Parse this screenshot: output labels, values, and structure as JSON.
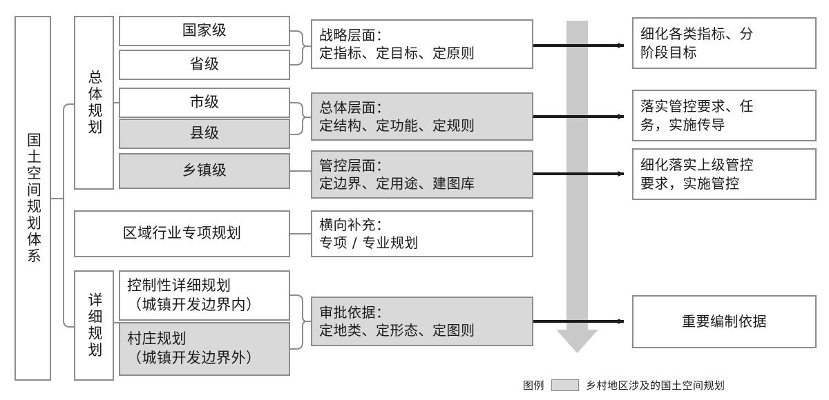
{
  "diagram": {
    "title_root": "国土空间规划体系",
    "categories": [
      {
        "id": "overall",
        "label": "总体规划"
      },
      {
        "id": "detailed",
        "label": "详细规划"
      }
    ],
    "levels": [
      {
        "id": "national",
        "label": "国家级",
        "rural": false
      },
      {
        "id": "provincial",
        "label": "省级",
        "rural": false
      },
      {
        "id": "municipal",
        "label": "市级",
        "rural": false
      },
      {
        "id": "county",
        "label": "县级",
        "rural": true
      },
      {
        "id": "township",
        "label": "乡镇级",
        "rural": true
      }
    ],
    "special_plan": {
      "id": "regional-sector",
      "label": "区域行业专项规划",
      "rural": false
    },
    "detailed_plans": [
      {
        "id": "regulatory-detailed",
        "line1": "控制性详细规划",
        "line2": "（城镇开发边界内）",
        "rural": false
      },
      {
        "id": "village",
        "line1": "村庄规划",
        "line2": "（城镇开发边界外）",
        "rural": true
      }
    ],
    "phases": [
      {
        "id": "strategic",
        "line1": "战略层面：",
        "line2": "定指标、定目标、定原则",
        "rural": false
      },
      {
        "id": "overall-level",
        "line1": "总体层面：",
        "line2": "定结构、定功能、定规则",
        "rural": true
      },
      {
        "id": "control-level",
        "line1": "管控层面：",
        "line2": "定边界、定用途、建图库",
        "rural": true
      },
      {
        "id": "horizontal",
        "line1": "横向补充：",
        "line2": "专项 / 专业规划",
        "rural": false
      },
      {
        "id": "approval-basis",
        "line1": "审批依据：",
        "line2": "定地类、定形态、定图则",
        "rural": true
      }
    ],
    "results": [
      {
        "id": "refine-indicators",
        "line1": "细化各类指标、分",
        "line2": "阶段目标"
      },
      {
        "id": "implement-control",
        "line1": "落实管控要求、任",
        "line2": "务，实施传导"
      },
      {
        "id": "refine-upper-control",
        "line1": "细化落实上级管控",
        "line2": "要求，实施管控"
      },
      {
        "id": "important-basis",
        "line1": "重要编制依据",
        "line2": ""
      }
    ],
    "legend": {
      "label": "图例",
      "swatch_name": "gray-swatch",
      "description": "乡村地区涉及的国土空间规划"
    },
    "colors": {
      "border": "#8c8c8c",
      "gray_fill": "#d9d9d9",
      "arrow": "#1a1a1a",
      "flow_band": "#c9c9c9",
      "text": "#1a1a1a"
    }
  }
}
